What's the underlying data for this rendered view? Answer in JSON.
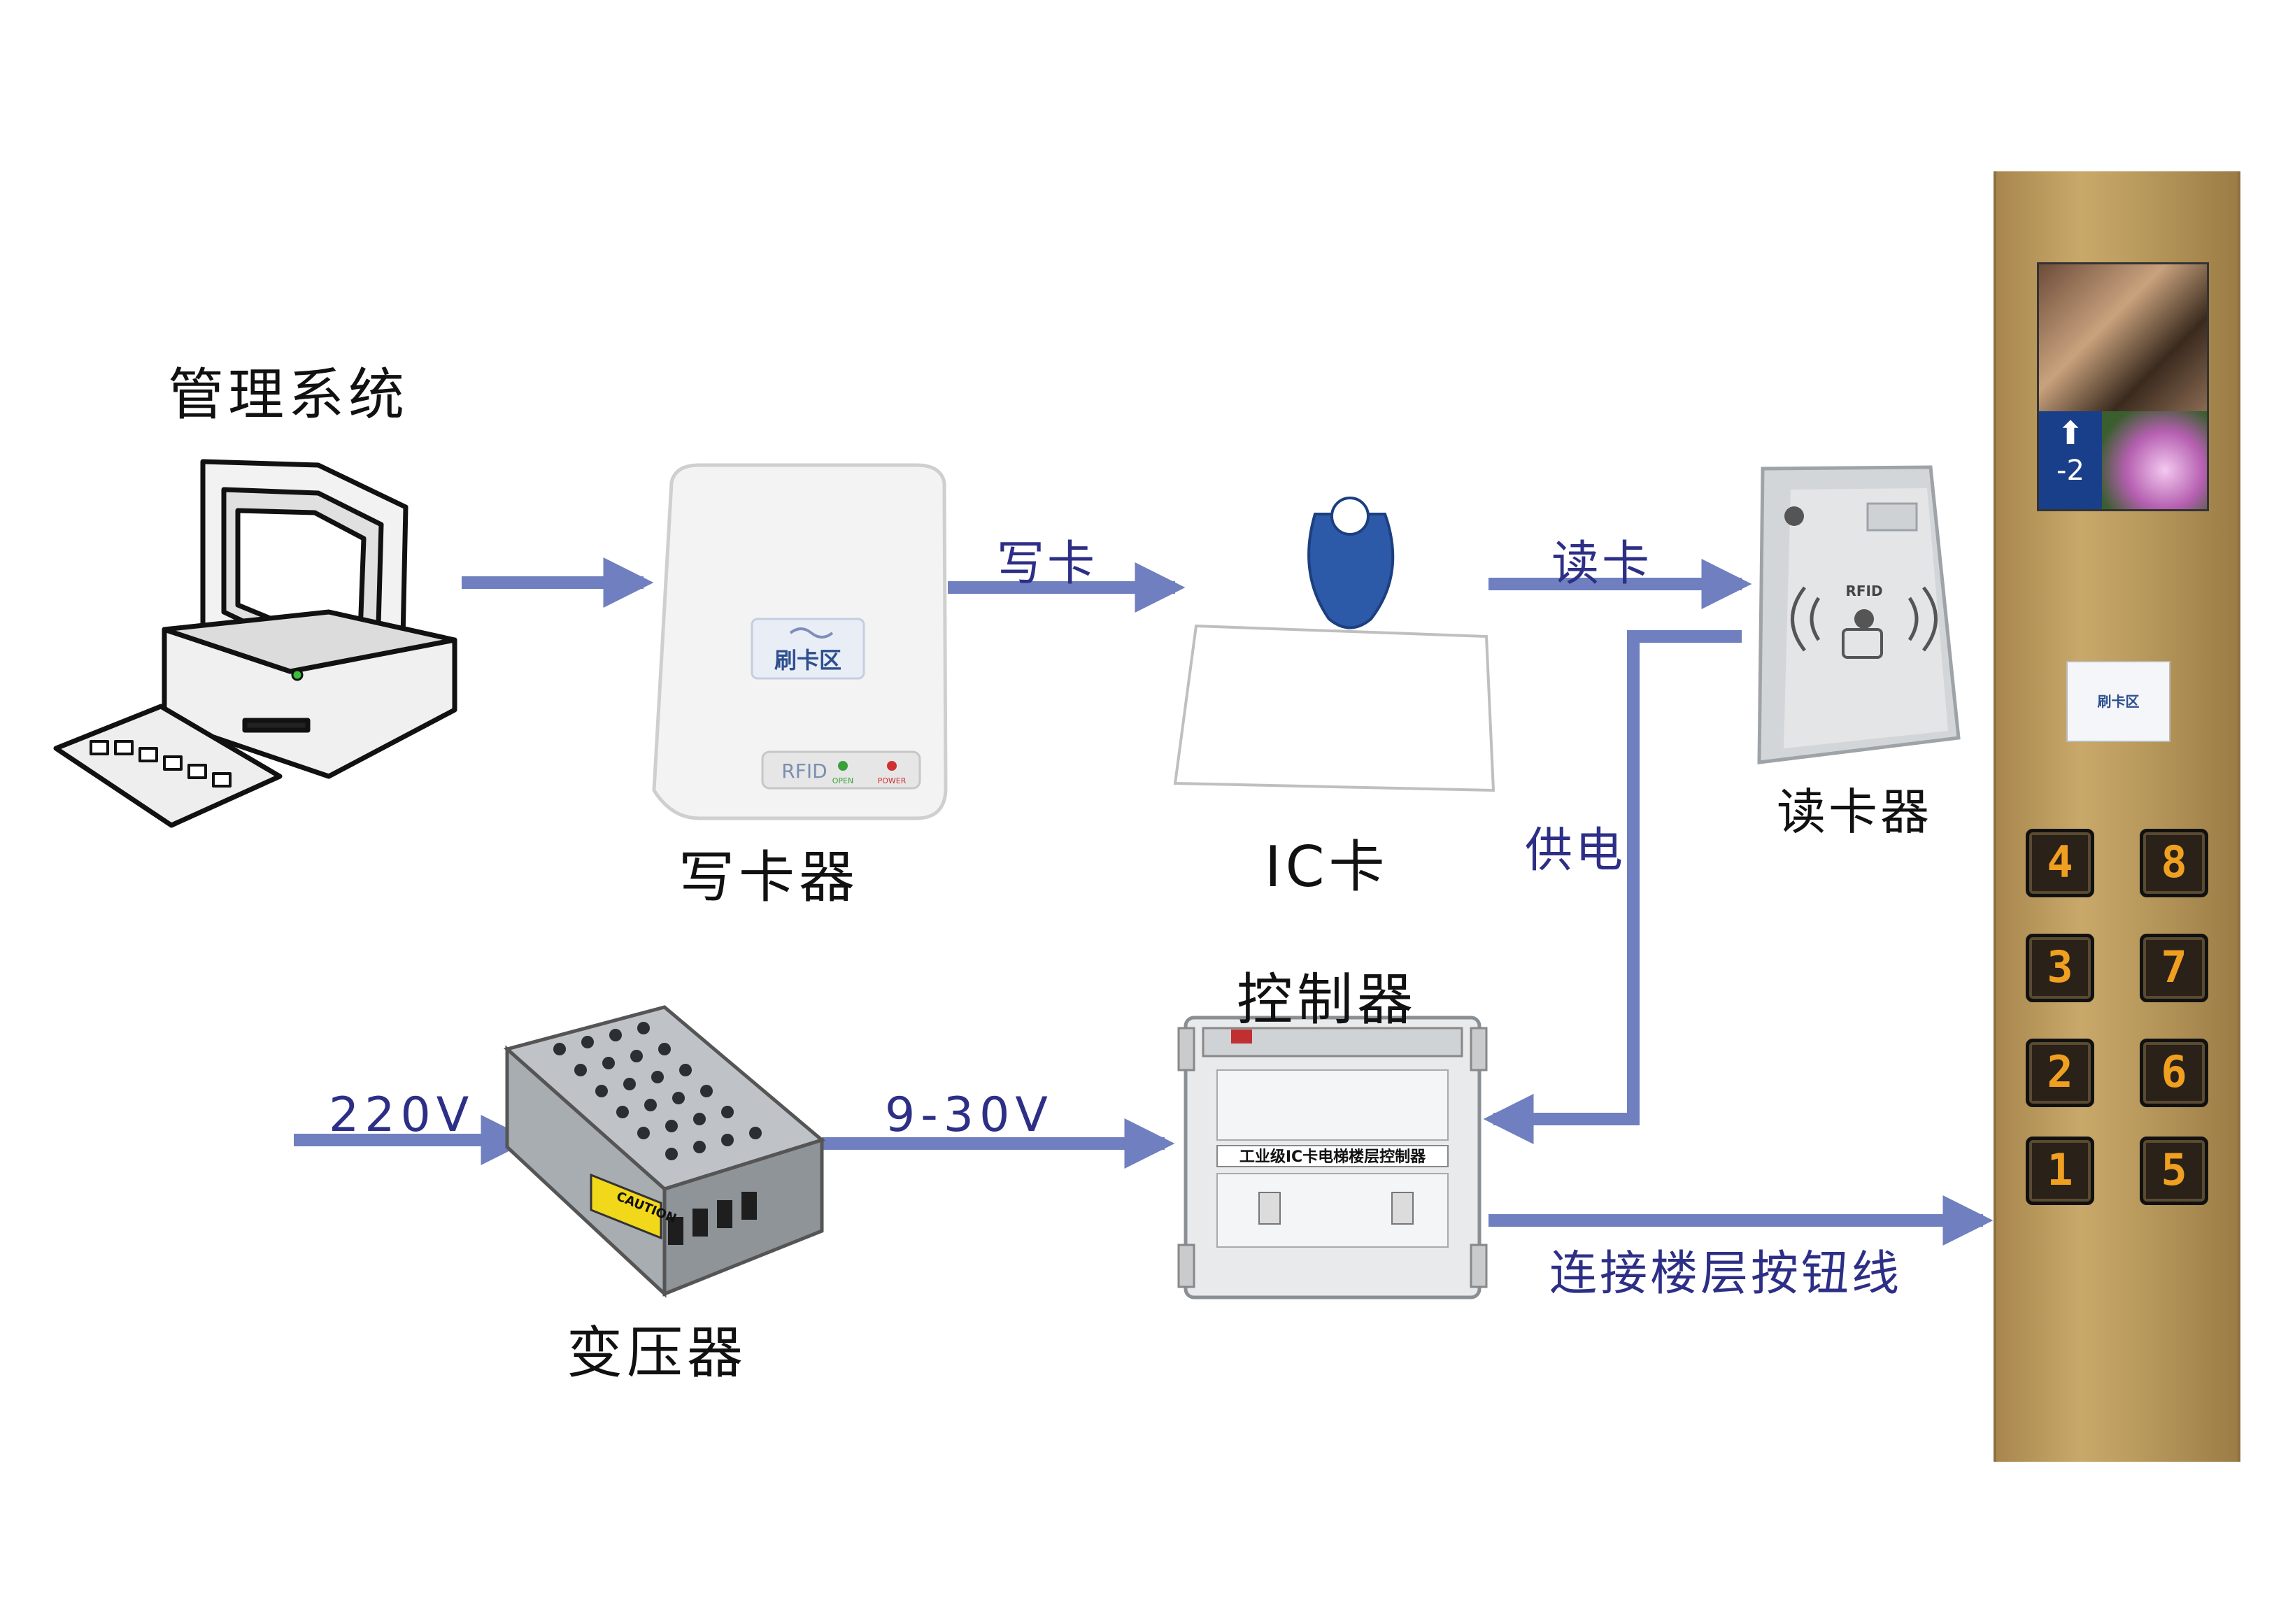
{
  "labels": {
    "management_system": "管理系统",
    "card_writer": "写卡器",
    "write_card": "写卡",
    "ic_card": "IC卡",
    "read_card": "读卡",
    "card_reader": "读卡器",
    "power_supply": "供电",
    "controller": "控制器",
    "transformer": "变压器",
    "input_voltage": "220V",
    "output_voltage": "9-30V",
    "floor_button_line": "连接楼层按钮线"
  },
  "devices": {
    "writer_swipe_label": "刷卡区",
    "writer_rfid": "RFID",
    "writer_led_1": "OPEN",
    "writer_led_2": "POWER",
    "reader_rfid": "RFID",
    "psu_caution": "CAUTION",
    "controller_title": "工业级IC卡电梯楼层控制器",
    "panel_swipe_label": "刷卡区",
    "panel_floor_display": "-2"
  },
  "floor_buttons": {
    "left": [
      "4",
      "3",
      "2",
      "1"
    ],
    "right": [
      "8",
      "7",
      "6",
      "5"
    ]
  },
  "colors": {
    "arrow": "#6f7fbf",
    "label_blue": "#2d2f86",
    "button_digit": "#f0a020",
    "panel_gold": "#c9a96a"
  }
}
